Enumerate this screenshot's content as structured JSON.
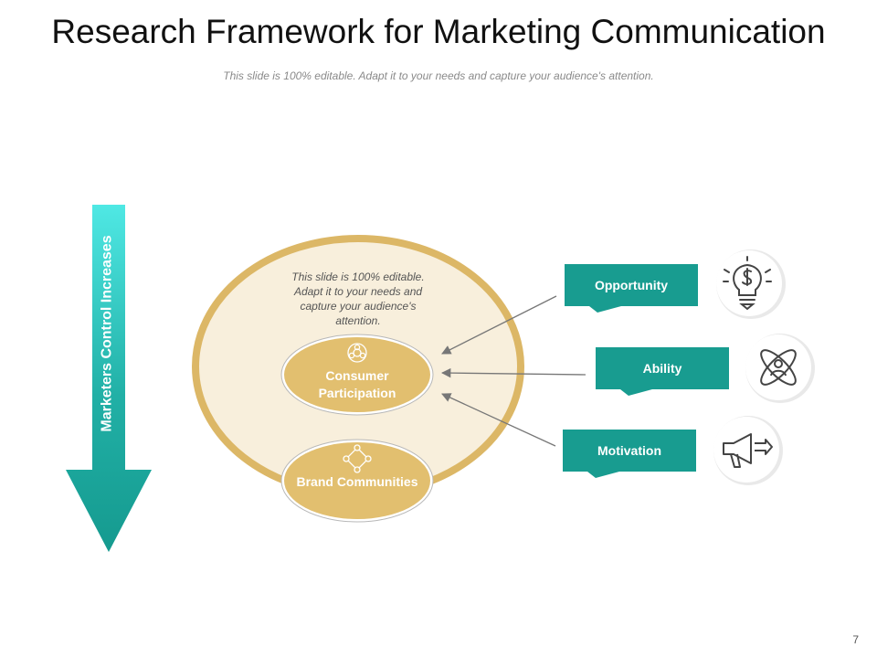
{
  "title": "Research Framework for Marketing Communication",
  "subtitle": "This slide is 100% editable. Adapt it to your needs and capture your audience's attention.",
  "arrow_label": "Marketers Control Increases",
  "ellipse_text": "This slide is 100% editable. Adapt it to your needs and capture your audience's attention.",
  "pills": [
    {
      "label": "Consumer Participation",
      "icon": "people-network-icon"
    },
    {
      "label": "Brand Communities",
      "icon": "network-nodes-icon"
    }
  ],
  "factors": [
    {
      "label": "Opportunity",
      "icon": "lightbulb-dollar-icon"
    },
    {
      "label": "Ability",
      "icon": "atom-person-icon"
    },
    {
      "label": "Motivation",
      "icon": "megaphone-icon"
    }
  ],
  "page_number": "7",
  "colors": {
    "teal": "#189c90",
    "teal_light": "#4fe3df",
    "gold": "#dcb766",
    "gold_fill": "#e2bf6f",
    "cream": "#f8efdc"
  }
}
